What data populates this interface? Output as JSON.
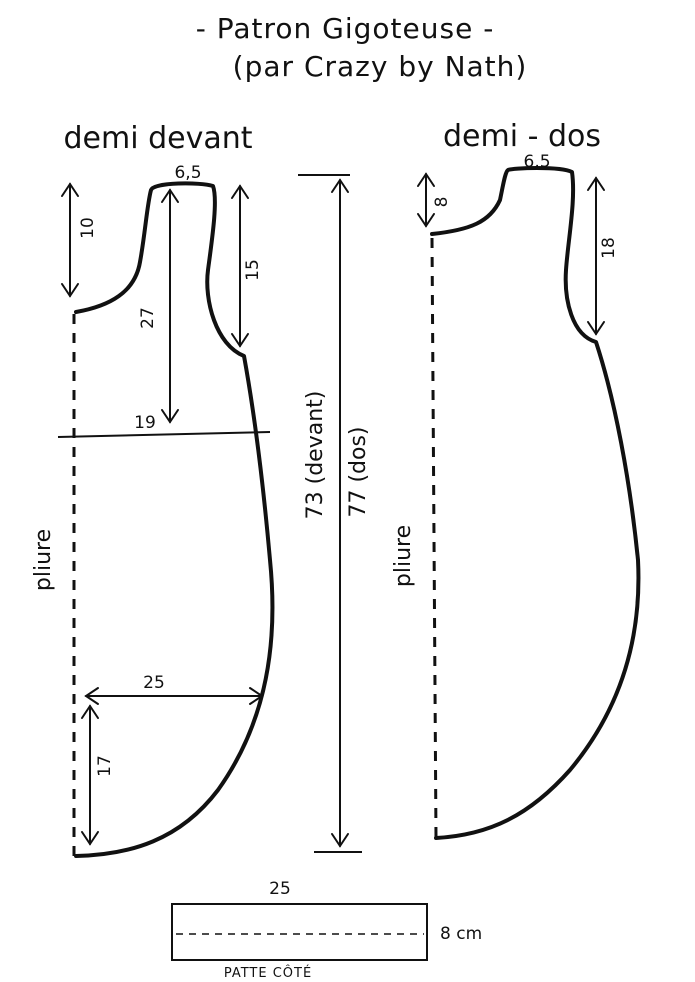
{
  "title": {
    "line1": "- Patron Gigoteuse -",
    "line2": "(par Crazy by Nath)"
  },
  "front": {
    "heading": "demi devant",
    "fold_label": "pliure",
    "dims": {
      "neck_drop": "10",
      "shoulder": "6,5",
      "armhole": "15",
      "shoulder_to_chest": "27",
      "chest_half_width": "19",
      "hem_half_width": "25",
      "hem_curve_height": "17"
    }
  },
  "back": {
    "heading": "demi - dos",
    "fold_label": "pliure",
    "dims": {
      "neck_drop": "8",
      "shoulder": "6,5",
      "armhole": "18"
    }
  },
  "length": {
    "front": "73 (devant)",
    "back": "77 (dos)"
  },
  "side_tab": {
    "width": "25",
    "height": "8 cm",
    "label": "PATTE CÔTÉ"
  }
}
